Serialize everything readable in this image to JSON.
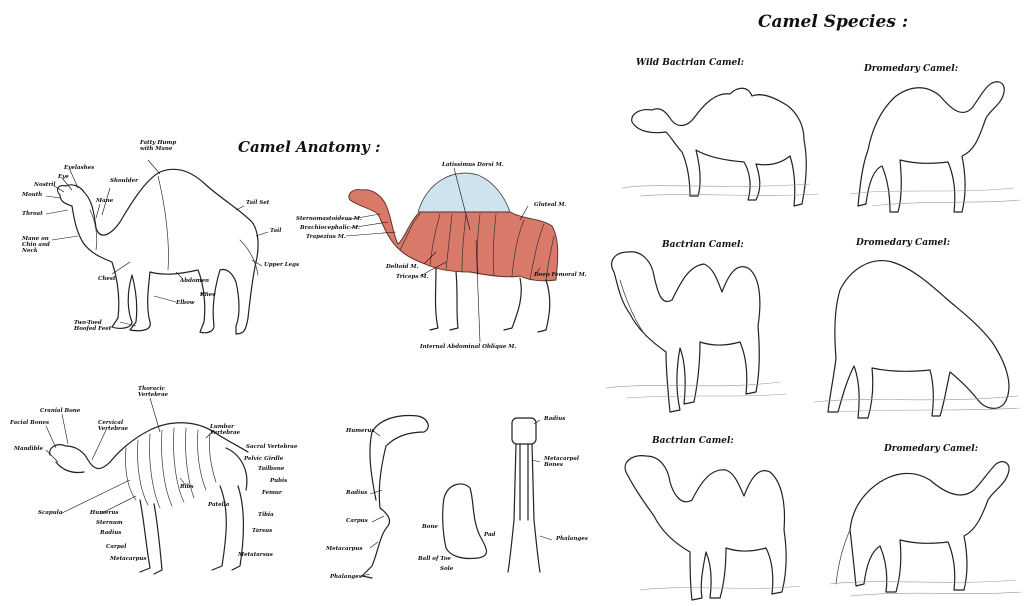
{
  "titles": {
    "anatomy": "Camel Anatomy :",
    "species": "Camel Species :"
  },
  "species": [
    {
      "label": "Wild Bactrian Camel:"
    },
    {
      "label": "Dromedary Camel:"
    },
    {
      "label": "Bactrian Camel:"
    },
    {
      "label": "Dromedary Camel:"
    },
    {
      "label": "Bactrian Camel:"
    },
    {
      "label": "Dromedary Camel:"
    }
  ],
  "external_labels": [
    "Eyelashes",
    "Eye",
    "Nostril",
    "Mouth",
    "Throat",
    "Mane on Chin and Neck",
    "Shoulder",
    "Mane",
    "Fatty Hump with Mane",
    "Tail Set",
    "Tail",
    "Upper Legs",
    "Chest",
    "Abdomen",
    "Knee",
    "Elbow",
    "Two-Toed Hoofed Feet"
  ],
  "muscle_labels": [
    "Latissimus Dorsi M.",
    "Sternomastoideus M.",
    "Brachiocephalic M.",
    "Trapezius M.",
    "Gluteal M.",
    "Deltoid M.",
    "Triceps M.",
    "Deep Femoral M.",
    "Internal Abdominal Oblique M."
  ],
  "skeleton_labels": [
    "Cranial Bone",
    "Facial Bones",
    "Cervical Vertebrae",
    "Mandible",
    "Thoracic Vertebrae",
    "Lumbar Vertebrae",
    "Sacral Vertebrae",
    "Pelvic Girdle",
    "Femur",
    "Scapula",
    "Humerus",
    "Sternum",
    "Radius",
    "Carpal",
    "Metacarpus",
    "Ribs",
    "Patella",
    "Tibia",
    "Tarsus",
    "Metatarsus",
    "Tailbone",
    "Pubis"
  ],
  "leg_labels": [
    "Humerus",
    "Radius",
    "Carpus",
    "Metacarpus",
    "Phalanges",
    "Bone",
    "Ball of Toe",
    "Sole",
    "Pad",
    "Radius",
    "Metacarpal Bones",
    "Phalanges"
  ]
}
